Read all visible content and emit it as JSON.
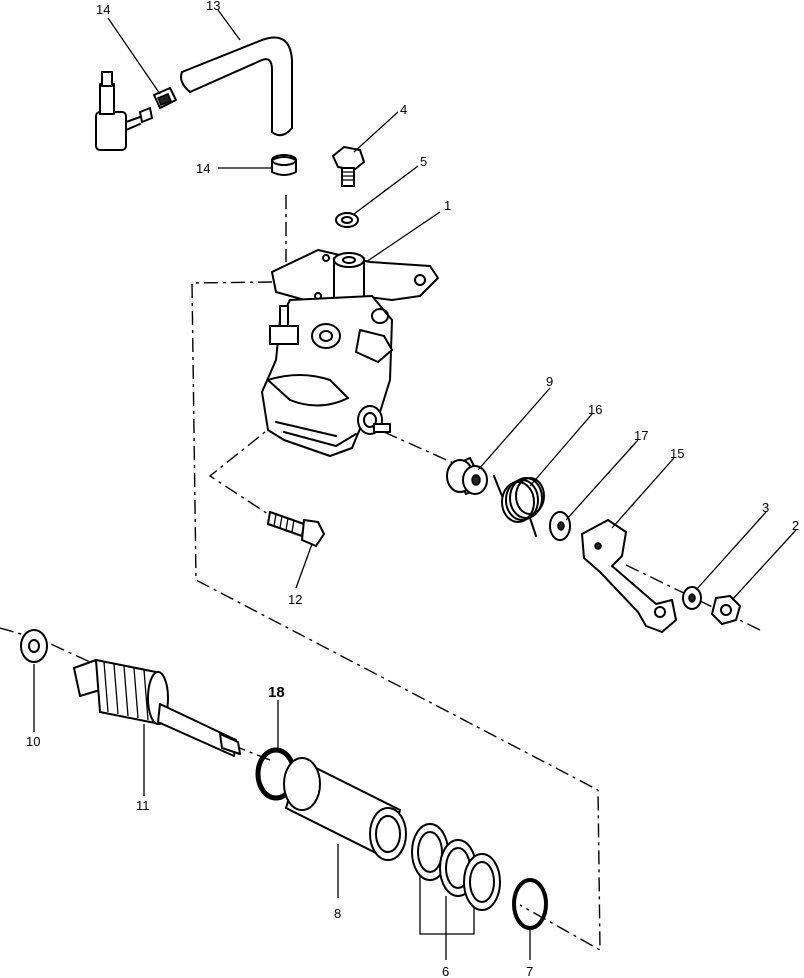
{
  "diagram": {
    "type": "exploded-parts-view",
    "callouts": {
      "c1": "1",
      "c2": "2",
      "c3": "3",
      "c4": "4",
      "c5": "5",
      "c6": "6",
      "c7": "7",
      "c8": "8",
      "c9": "9",
      "c10": "10",
      "c11": "11",
      "c12": "12",
      "c13": "13",
      "c14a": "14",
      "c14b": "14",
      "c15": "15",
      "c16": "16",
      "c17": "17",
      "c18": "18"
    }
  }
}
